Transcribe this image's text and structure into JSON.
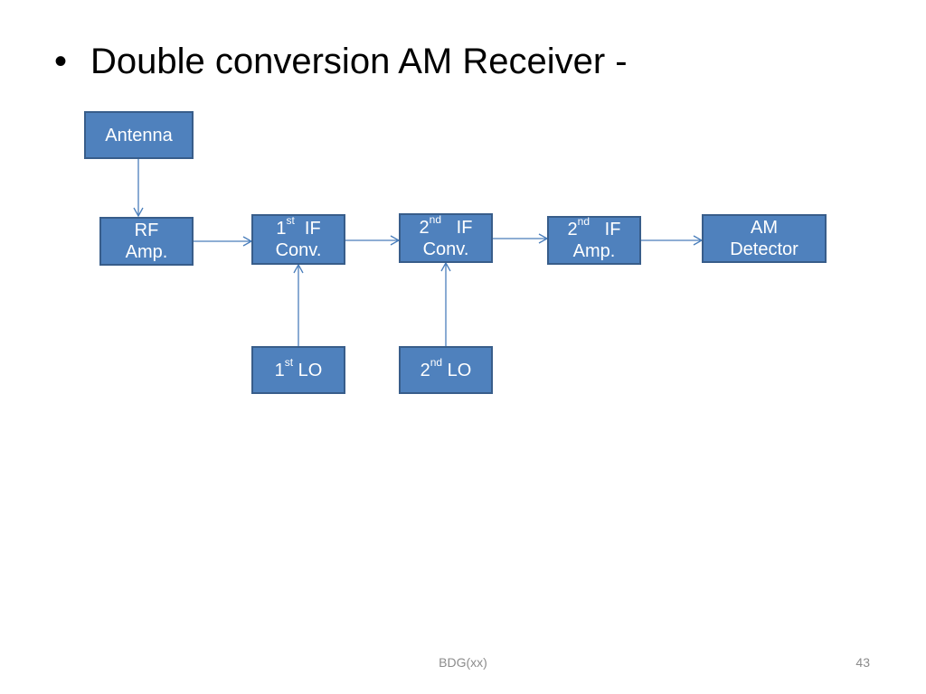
{
  "slide": {
    "bullet": "•",
    "title": "Double conversion AM Receiver -"
  },
  "blocks": {
    "antenna": {
      "label": "Antenna"
    },
    "rf_amp": {
      "line1": "RF",
      "line2": "Amp."
    },
    "if_conv_1": {
      "ord_num": "1",
      "ord_sup": "st",
      "line1_rest": "  IF",
      "line2": "Conv."
    },
    "if_conv_2": {
      "ord_num": "2",
      "ord_sup": "nd",
      "line1_rest": "   IF",
      "line2": "Conv."
    },
    "if_amp_2": {
      "ord_num": "2",
      "ord_sup": "nd",
      "line1_rest": "   IF",
      "line2": "Amp."
    },
    "am_detector": {
      "line1": "AM",
      "line2": "Detector"
    },
    "lo_1": {
      "ord_num": "1",
      "ord_sup": "st",
      "rest": " LO"
    },
    "lo_2": {
      "ord_num": "2",
      "ord_sup": "nd",
      "rest": " LO"
    }
  },
  "colors": {
    "block_fill": "#4f81bd",
    "block_border": "#385d8a",
    "connector": "#4a7ebb",
    "footer_text": "#8c8c8c"
  },
  "footer": {
    "center": "BDG(xx)",
    "page_number": "43"
  }
}
